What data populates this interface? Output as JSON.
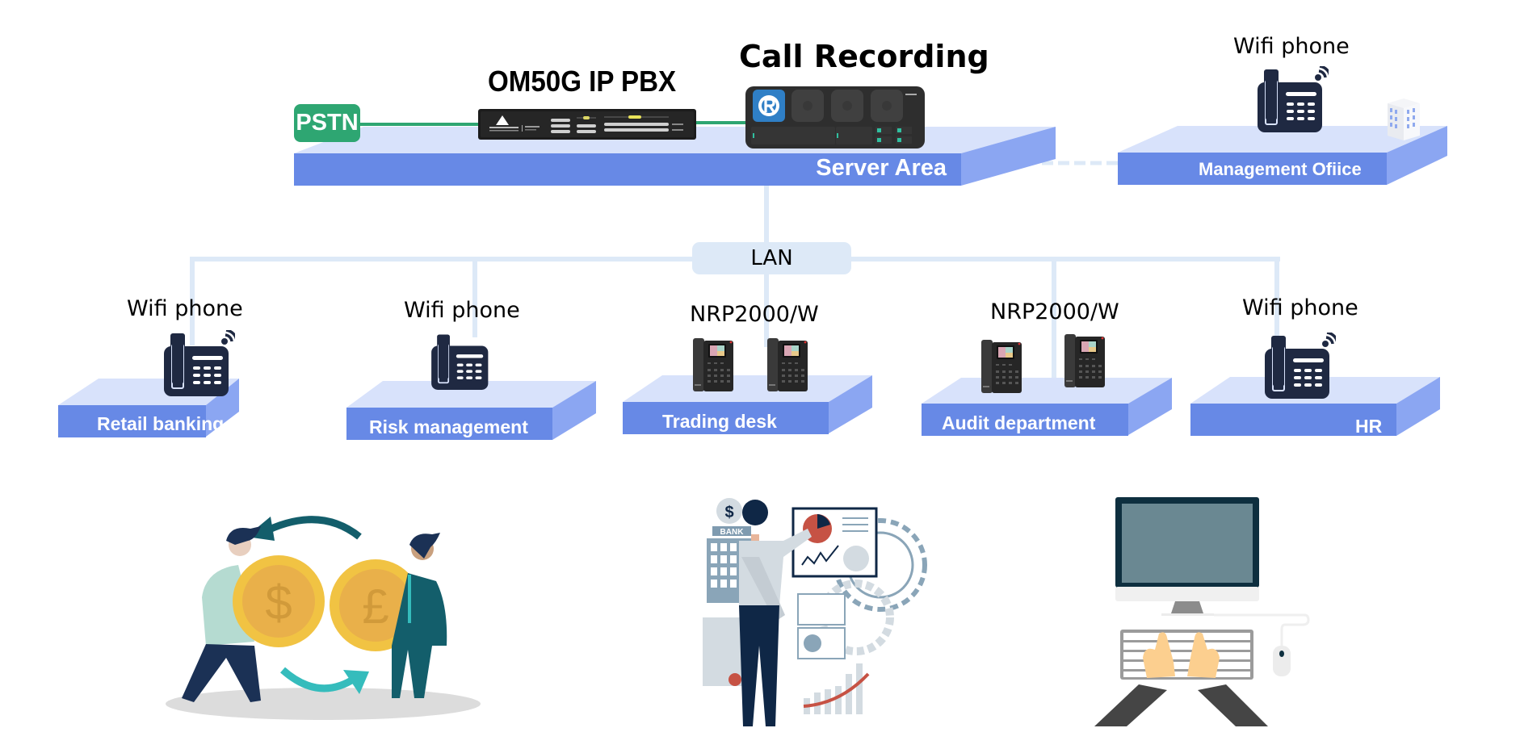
{
  "diagram": {
    "type": "network-topology",
    "colors": {
      "platform_front": "#6789e6",
      "platform_top": "#d8e2fb",
      "platform_side": "#8ba6f2",
      "lan_line": "#dde9f7",
      "pstn_green": "#2ea672",
      "device_dark": "#222222",
      "phone_icon": "#1f2942"
    },
    "server_area": {
      "label": "Server Area",
      "pstn_label": "PSTN",
      "pbx_title": "OM50G IP PBX",
      "recording_title": "Call Recording",
      "pbx_icon": "ip-pbx-rack-device",
      "recording_icon": "call-recording-server-device"
    },
    "management_office": {
      "label": "Management Ofiice",
      "device_label": "Wifi phone",
      "device_icon": "wifi-desk-phone",
      "extra_icon": "office-building"
    },
    "network": {
      "lan_label": "LAN"
    },
    "departments": [
      {
        "label": "Retail banking",
        "device_label": "Wifi phone",
        "device_icon": "wifi-desk-phone"
      },
      {
        "label": "Risk management",
        "device_label": "Wifi phone",
        "device_icon": "desk-phone"
      },
      {
        "label": "Trading desk",
        "device_label": "NRP2000/W",
        "device_icon": "ip-phone-pair"
      },
      {
        "label": "Audit department",
        "device_label": "NRP2000/W",
        "device_icon": "ip-phone-pair"
      },
      {
        "label": "HR",
        "device_label": "Wifi phone",
        "device_icon": "wifi-desk-phone"
      }
    ],
    "illustrations": [
      {
        "name": "currency-exchange",
        "coin_symbols": [
          "$",
          "£"
        ]
      },
      {
        "name": "bank-analyst",
        "sign_text": "BANK",
        "coin_symbol": "$"
      },
      {
        "name": "computer-workstation"
      }
    ]
  }
}
